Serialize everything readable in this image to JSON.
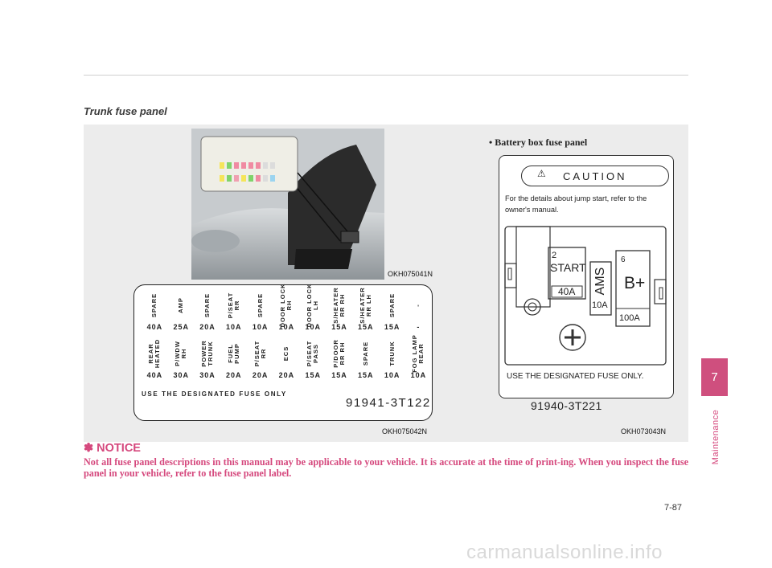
{
  "section_title": "Trunk fuse panel",
  "photo_code": "OKH075041N",
  "fuse_panel": {
    "top_names": [
      "SPARE",
      "AMP",
      "SPARE",
      "P/SEAT\nRR",
      "SPARE",
      "DOOR LOCK\nRH",
      "DOOR LOCK\nLH",
      "S/HEATER\nRR RH",
      "S/HEATER\nRR LH",
      "SPARE",
      "-"
    ],
    "top_amps": [
      "40A",
      "25A",
      "20A",
      "10A",
      "10A",
      "10A",
      "10A",
      "15A",
      "15A",
      "15A",
      "-"
    ],
    "bottom_names": [
      "REAR\nHEATED",
      "P/WDW\nRH",
      "POWER\nTRUNK",
      "FUEL\nPUMP",
      "P/SEAT\nRR",
      "ECS",
      "P/SEAT\nPASS",
      "P/DOOR\nRR RH",
      "SPARE",
      "TRUNK",
      "FOG LAMP\nREAR"
    ],
    "bottom_amps": [
      "40A",
      "30A",
      "30A",
      "20A",
      "20A",
      "20A",
      "15A",
      "15A",
      "15A",
      "10A",
      "10A"
    ],
    "footer": "USE THE DESIGNATED FUSE ONLY",
    "part_number": "91941-3T122",
    "code": "OKH075042N"
  },
  "battery": {
    "title": "• Battery box fuse panel",
    "caution": "CAUTION",
    "description": "For the details about jump start, refer to the owner's manual.",
    "fuses": [
      {
        "num": "2",
        "name": "START",
        "amp": "40A"
      },
      {
        "num": "",
        "name": "AMS",
        "amp": "10A"
      },
      {
        "num": "6",
        "name": "B+",
        "amp": "100A"
      }
    ],
    "footer": "USE THE DESIGNATED FUSE ONLY.",
    "part_number": "91940-3T221",
    "code": "OKH073043N"
  },
  "notice": {
    "title": "✽ NOTICE",
    "body": "Not all fuse panel descriptions in this manual may be applicable to your vehicle. It is accurate at the time of print-ing. When you inspect the fuse panel in your vehicle, refer to the fuse panel label."
  },
  "chapter": {
    "number": "7",
    "name": "Maintenance"
  },
  "page_number": "7-87",
  "watermark": "carmanualsonline.info",
  "colors": {
    "accent": "#d5487d",
    "tab": "#cf4f7e"
  }
}
